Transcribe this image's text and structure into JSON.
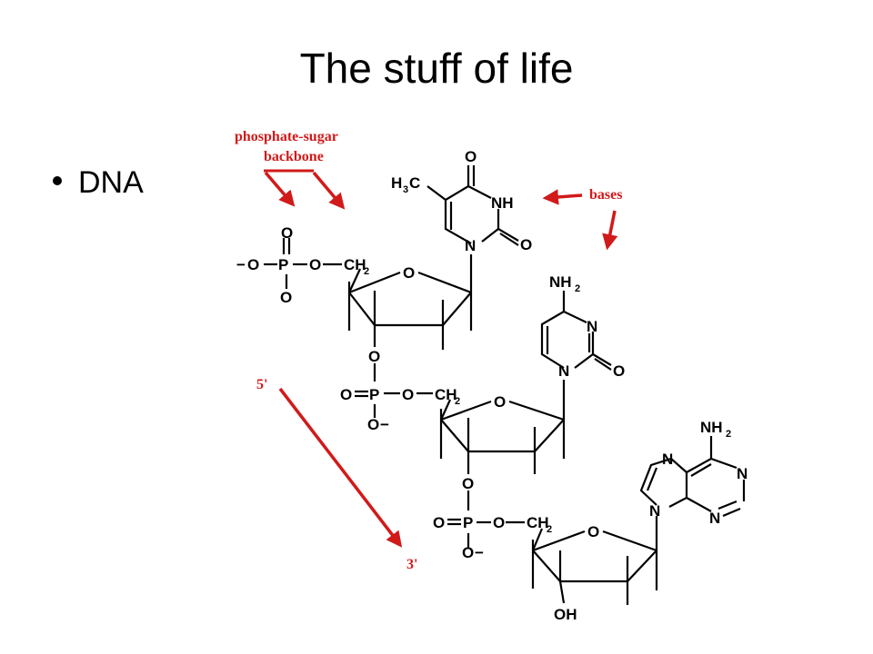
{
  "slide": {
    "title": "The stuff of life",
    "bullet": "DNA"
  },
  "diagram": {
    "annotations": {
      "backbone_line1": "phosphate-sugar",
      "backbone_line2": "backbone",
      "bases": "bases",
      "five_prime": "5'",
      "three_prime": "3'"
    },
    "atoms": {
      "oxygen": "O",
      "nitrogen": "N",
      "phosphorus": "P",
      "nh": "NH",
      "h3c": "H",
      "c": "C",
      "oh": "OH",
      "ch": "CH",
      "sub2": "2",
      "sub3": "3",
      "minus": "−",
      "nh2": "NH"
    },
    "colors": {
      "annotation": "#d11a1a",
      "structure": "#000000"
    }
  }
}
